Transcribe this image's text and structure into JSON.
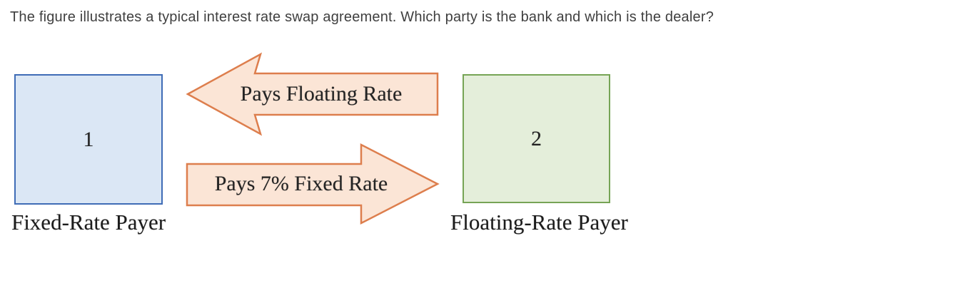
{
  "question": "The figure illustrates a typical interest rate swap agreement. Which party is the bank and which is the dealer?",
  "diagram": {
    "party1": {
      "number": "1",
      "label": "Fixed-Rate Payer"
    },
    "party2": {
      "number": "2",
      "label": "Floating-Rate Payer"
    },
    "arrow_top": {
      "label": "Pays Floating Rate",
      "direction": "left"
    },
    "arrow_bottom": {
      "label": "Pays 7% Fixed Rate",
      "direction": "right"
    },
    "colors": {
      "party1_fill": "#dbe7f5",
      "party1_border": "#3f6cb6",
      "party2_fill": "#e4eeda",
      "party2_border": "#76a455",
      "arrow_fill": "#fbe5d6",
      "arrow_border": "#dd7e4d"
    }
  }
}
